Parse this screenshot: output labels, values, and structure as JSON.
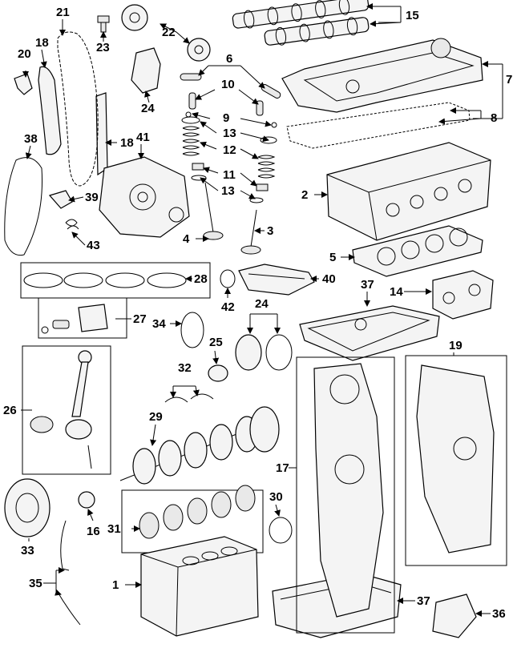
{
  "diagram": {
    "callouts": [
      "1",
      "2",
      "3",
      "4",
      "5",
      "6",
      "7",
      "8",
      "9",
      "10",
      "11",
      "12",
      "13",
      "13",
      "14",
      "15",
      "16",
      "17",
      "18",
      "18",
      "19",
      "20",
      "21",
      "22",
      "23",
      "24",
      "24",
      "25",
      "26",
      "27",
      "28",
      "29",
      "30",
      "31",
      "32",
      "33",
      "34",
      "35",
      "36",
      "37",
      "37",
      "38",
      "39",
      "40",
      "41",
      "42",
      "43"
    ]
  },
  "colors": {
    "line": "#000000",
    "fill": "#f4f4f4",
    "background": "#ffffff"
  }
}
